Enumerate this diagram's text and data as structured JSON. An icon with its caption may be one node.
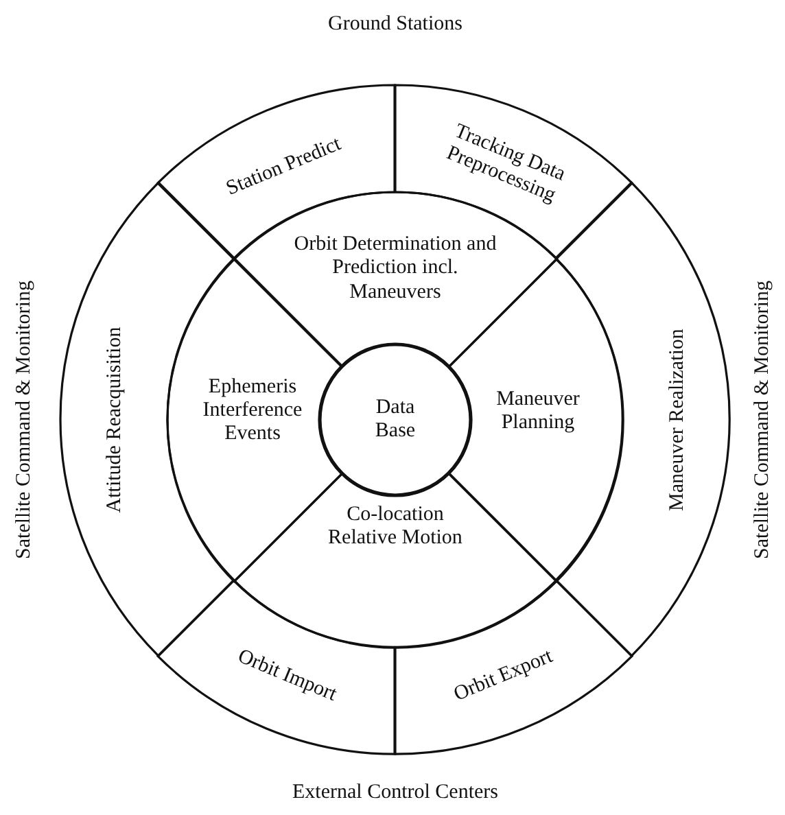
{
  "diagram": {
    "nodes": [
      {
        "text": [
          "Station Predict"
        ]
      },
      {
        "text": [
          "Tracking Data Preprocessing"
        ]
      },
      {
        "text": [
          "Maneuver Realization"
        ]
      },
      {
        "text": [
          "Orbit Export"
        ]
      },
      {
        "text": [
          "Orbit Import"
        ]
      },
      {
        "text": [
          "Attitude Reacquisition"
        ]
      },
      {
        "text": [
          "Orbit Determination and Prediction incl. Maneuvers"
        ]
      },
      {
        "text": [
          "Maneuver Planning"
        ]
      },
      {
        "text": [
          "Co-location Relative Motion"
        ]
      },
      {
        "text": [
          "Ephemeris Interference Events"
        ]
      },
      {
        "text": [
          "Data Base"
        ]
      }
    ],
    "labels": [
      "Ground Stations",
      "Satellite Command & Monitoring",
      "Satellite Command & Monitoring",
      "External Control Centers"
    ]
  }
}
